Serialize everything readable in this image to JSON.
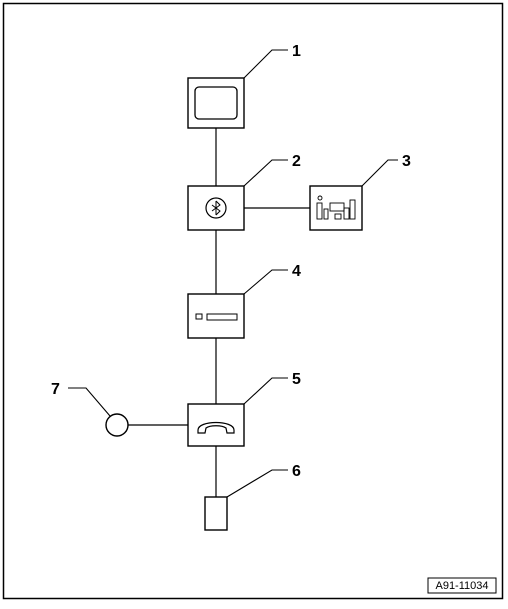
{
  "diagram": {
    "callouts": [
      "1",
      "2",
      "3",
      "4",
      "5",
      "6",
      "7"
    ],
    "figure_ref": "A91-11034"
  },
  "icons": {
    "display": "display-unit-icon",
    "control": "bluetooth-control-unit-icon",
    "amplifier": "equalizer-unit-icon",
    "drive": "card-reader-icon",
    "phone": "telephone-handset-icon",
    "antenna": "antenna-module-icon",
    "microphone": "microphone-icon"
  }
}
